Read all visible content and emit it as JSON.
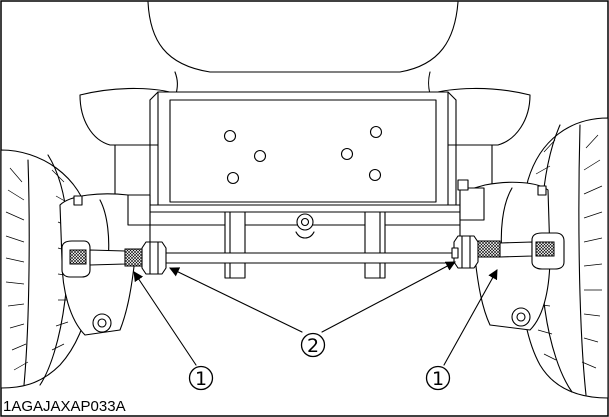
{
  "figure": {
    "figure_id": "1AGAJAXAP033A",
    "callouts": [
      {
        "label": "1"
      },
      {
        "label": "2"
      },
      {
        "label": "1"
      }
    ]
  }
}
